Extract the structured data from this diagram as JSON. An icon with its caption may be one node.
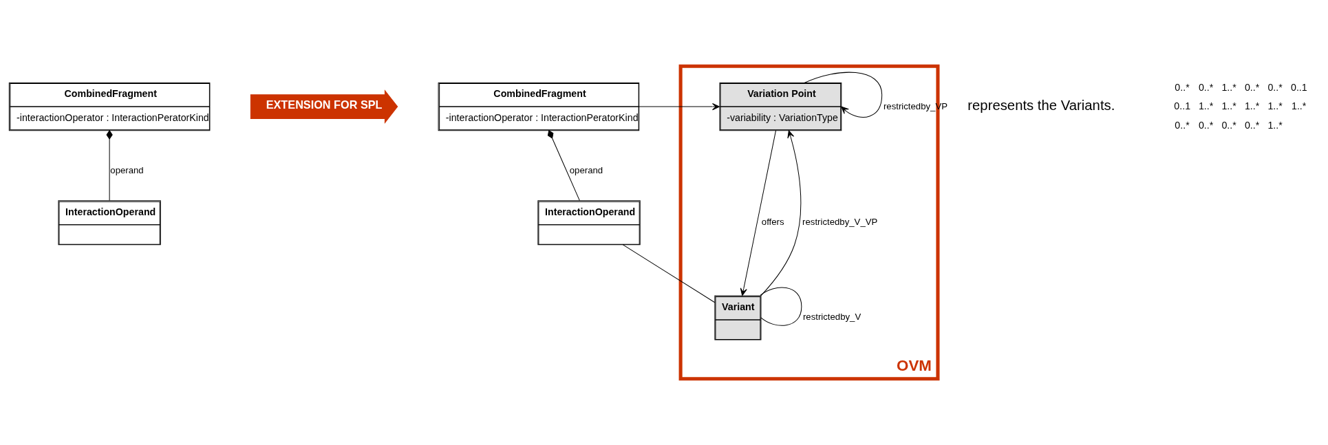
{
  "diagram": {
    "nodes": [
      {
        "text": [
          "CombinedFragment",
          "-interactionOperator : InteractionPeratorKind"
        ]
      },
      {
        "text": [
          "InteractionOperand"
        ]
      },
      {
        "text": [
          "EXTENSION FOR SPL"
        ]
      },
      {
        "text": [
          "OVM"
        ]
      },
      {
        "text": [
          "CombinedFragment",
          "-interactionOperator : InteractionPeratorKind"
        ]
      },
      {
        "text": [
          "InteractionOperand"
        ]
      },
      {
        "text": [
          "Variation Point",
          "-variability : VariationType"
        ],
        "in": 3
      },
      {
        "text": [
          "Variant"
        ],
        "in": 3
      }
    ],
    "edges": [
      {
        "from": 0,
        "to": 1,
        "arrow": "other",
        "label": "operand"
      },
      {
        "from": 4,
        "to": 5,
        "arrow": "other",
        "label": "operand"
      },
      {
        "from": 4,
        "to": 6,
        "arrow": "to"
      },
      {
        "from": 6,
        "to": 6,
        "arrow": "to",
        "label": "restrictedby_VP"
      },
      {
        "from": 6,
        "to": 7,
        "arrow": "to",
        "label": "offers"
      },
      {
        "from": 7,
        "to": 6,
        "arrow": "to",
        "label": "restrictedby_V_VP"
      },
      {
        "from": 5,
        "to": 7,
        "arrow": "none"
      },
      {
        "from": 7,
        "to": 7,
        "arrow": "none",
        "label": "restrictedby_V"
      }
    ],
    "labels": [
      "represents the Variants.",
      "0..*",
      "0..*",
      "1..*",
      "0..*",
      "0..*",
      "0..1",
      "0..1",
      "1..*",
      "1..*",
      "1..*",
      "1..*",
      "1..*",
      "0..*",
      "0..*",
      "0..*",
      "0..*",
      "1..*"
    ]
  }
}
